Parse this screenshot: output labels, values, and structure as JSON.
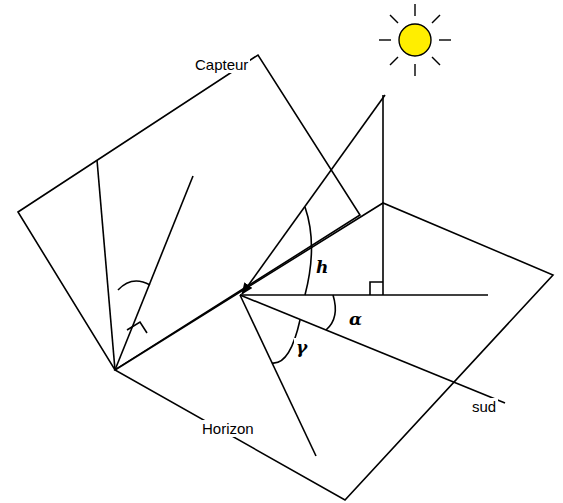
{
  "diagram": {
    "labels": [
      "Capteur",
      "Horizon",
      "sud",
      "h",
      "α",
      "γ"
    ]
  }
}
